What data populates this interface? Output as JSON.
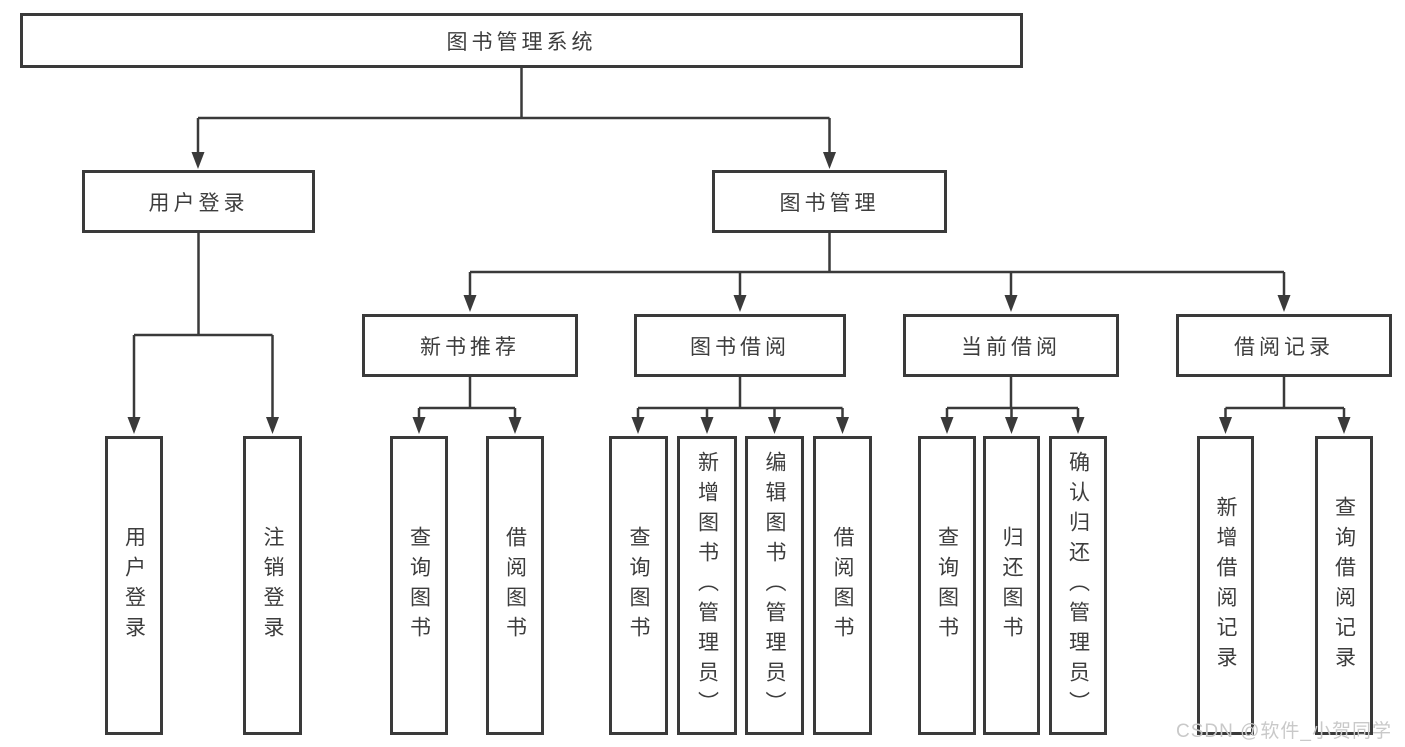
{
  "diagram": {
    "root": "图书管理系统",
    "branches": [
      {
        "label": "用户登录",
        "children": [
          "用户登录",
          "注销登录"
        ]
      },
      {
        "label": "图书管理",
        "groups": [
          {
            "label": "新书推荐",
            "children": [
              "查询图书",
              "借阅图书"
            ]
          },
          {
            "label": "图书借阅",
            "children": [
              "查询图书",
              "新增图书（管理员）",
              "编辑图书（管理员）",
              "借阅图书"
            ]
          },
          {
            "label": "当前借阅",
            "children": [
              "查询图书",
              "归还图书",
              "确认归还（管理员）"
            ]
          },
          {
            "label": "借阅记录",
            "children": [
              "新增借阅记录",
              "查询借阅记录"
            ]
          }
        ]
      }
    ]
  },
  "watermark": {
    "text": "CSDN @软件_小贺同学"
  },
  "colors": {
    "line": "#3a3a3a",
    "box_border": "#3a3a3a",
    "text": "#3d3d3d",
    "watermark": "#c9c9c9",
    "background": "#ffffff"
  }
}
